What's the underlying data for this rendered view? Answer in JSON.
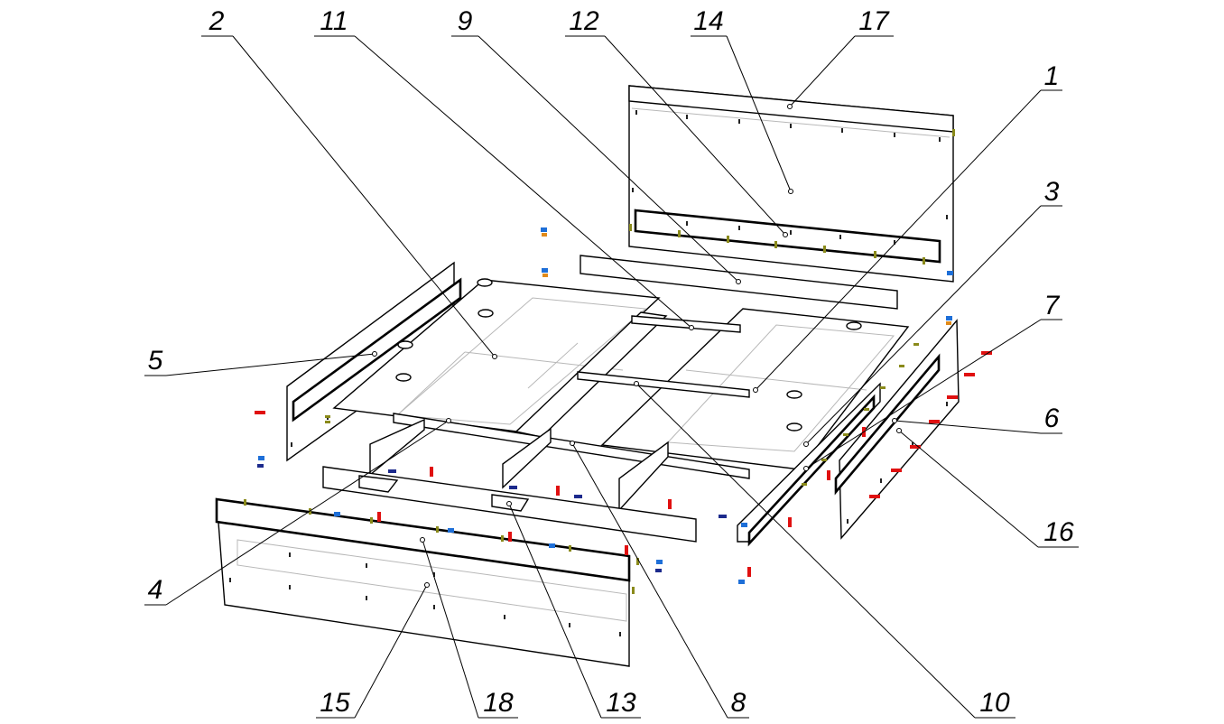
{
  "callouts": [
    {
      "id": "c2",
      "text": "2"
    },
    {
      "id": "c11",
      "text": "11"
    },
    {
      "id": "c9",
      "text": "9"
    },
    {
      "id": "c12",
      "text": "12"
    },
    {
      "id": "c14",
      "text": "14"
    },
    {
      "id": "c17",
      "text": "17"
    },
    {
      "id": "c1",
      "text": "1"
    },
    {
      "id": "c3",
      "text": "3"
    },
    {
      "id": "c7",
      "text": "7"
    },
    {
      "id": "c6",
      "text": "6"
    },
    {
      "id": "c16",
      "text": "16"
    },
    {
      "id": "c5",
      "text": "5"
    },
    {
      "id": "c4",
      "text": "4"
    },
    {
      "id": "c15",
      "text": "15"
    },
    {
      "id": "c18",
      "text": "18"
    },
    {
      "id": "c13",
      "text": "13"
    },
    {
      "id": "c8",
      "text": "8"
    },
    {
      "id": "c10",
      "text": "10"
    }
  ],
  "colors": {
    "line": "#000000",
    "ghost": "#b8b8b8",
    "fastener_red": "#e01010",
    "fastener_blue": "#1e6fd8",
    "fastener_navy": "#1c2a8c",
    "fastener_olive": "#8a8a1a",
    "fastener_orange": "#e08a1a"
  }
}
